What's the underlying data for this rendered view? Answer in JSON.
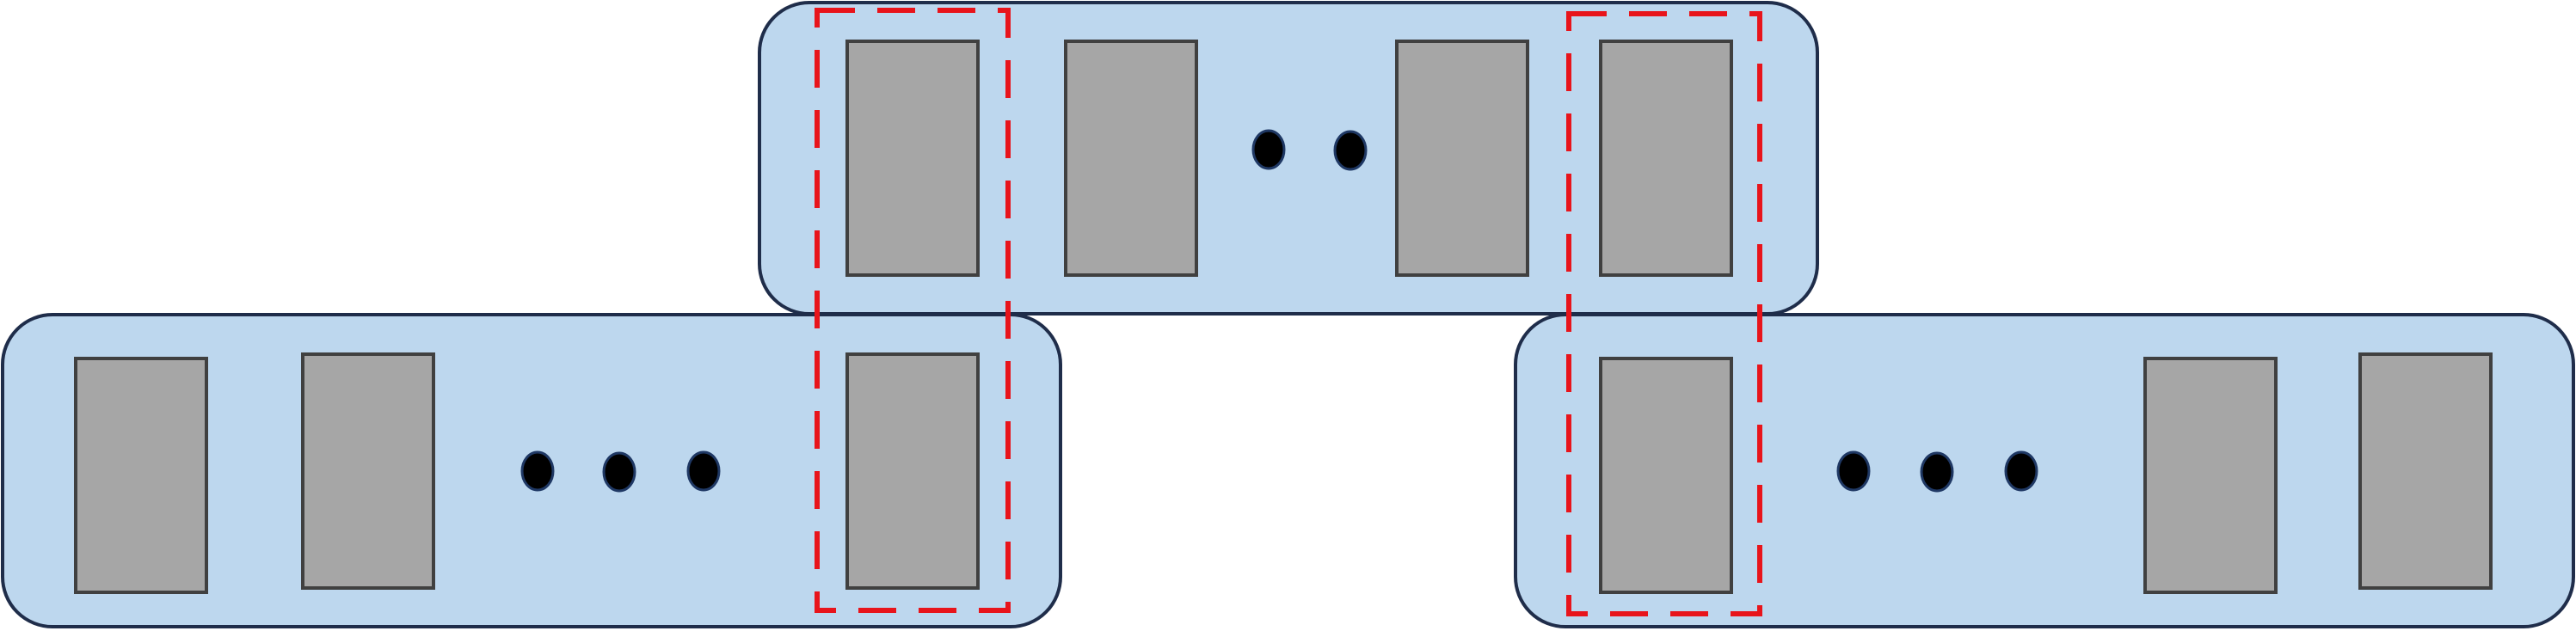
{
  "colors": {
    "panel_fill": "#bdd7ee",
    "panel_stroke": "#1f2d4a",
    "block_fill": "#a6a6a6",
    "block_stroke": "#404040",
    "dot_fill": "#000000",
    "dot_stroke": "#1f3864",
    "highlight_stroke": "#e8141b"
  },
  "groups": {
    "top": {
      "blocks_before_dots": 2,
      "dots": 2,
      "blocks_after_dots": 2
    },
    "bottom_left": {
      "blocks_before_dots": 2,
      "dots": 3,
      "blocks_after_dots": 1
    },
    "bottom_right": {
      "blocks_before_dots": 1,
      "dots": 3,
      "blocks_after_dots": 2
    }
  },
  "highlights": [
    {
      "links": [
        "top",
        "bottom_left"
      ]
    },
    {
      "links": [
        "top",
        "bottom_right"
      ]
    }
  ]
}
